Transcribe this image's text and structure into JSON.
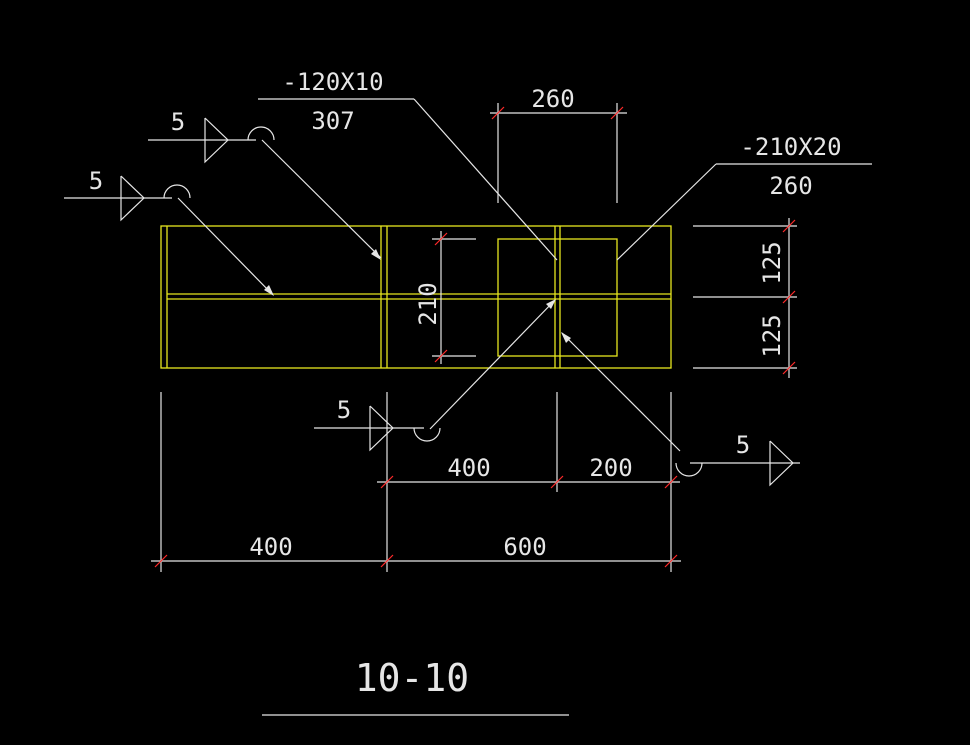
{
  "colors": {
    "background": "#000000",
    "plate_outline": "#e6e61e",
    "line": "#e6e6e6",
    "tick": "#ff2a2a"
  },
  "section_title": "10-10",
  "plate_labels": {
    "top_left_spec": "-120X10",
    "top_left_length": "307",
    "top_right_spec": "-210X20",
    "top_right_length": "260"
  },
  "weld_sizes": {
    "upper_left_1": "5",
    "upper_left_2": "5",
    "lower_left": "5",
    "lower_right": "5"
  },
  "dimensions": {
    "top_width": "260",
    "right_upper": "125",
    "right_lower": "125",
    "inner_height": "210",
    "mid_left": "400",
    "mid_right": "200",
    "bottom_left": "400",
    "bottom_right": "600"
  }
}
